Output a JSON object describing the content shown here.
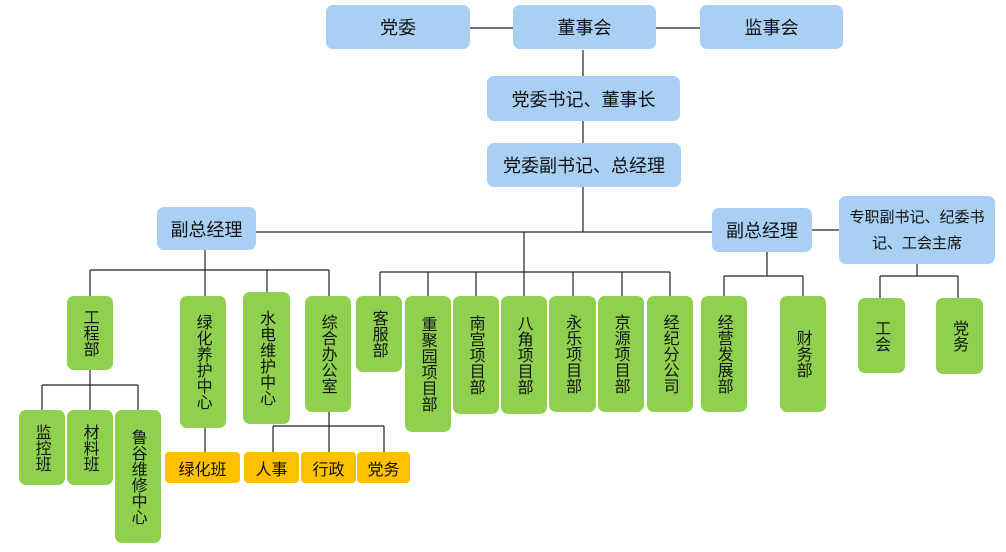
{
  "top": {
    "party_committee": "党委",
    "board": "董事会",
    "supervisory_board": "监事会"
  },
  "chair": "党委书记、董事长",
  "gm": "党委副书记、总经理",
  "vp_left": "副总经理",
  "vp_right": "副总经理",
  "deputy_secretary": "专职副书记、纪委书记、工会主席",
  "depts": {
    "engineering": "工程部",
    "greening_center": "绿化养护中心",
    "utility_center": "水电维护中心",
    "general_office": "综合办公室",
    "guest_service": "客服部",
    "chongjuyuan": "重聚园项目部",
    "nangong": "南宫项目部",
    "bajiao": "八角项目部",
    "yongle": "永乐项目部",
    "jingyuan": "京源项目部",
    "economic_branch": "经纪分公司",
    "business_dev": "经营发展部",
    "finance": "财务部",
    "union": "工会",
    "party_affairs": "党务"
  },
  "sub": {
    "monitoring": "监控班",
    "materials": "材料班",
    "lugu": "鲁谷维修中心",
    "greening_team": "绿化班",
    "hr": "人事",
    "admin": "行政",
    "office_party": "党务"
  }
}
